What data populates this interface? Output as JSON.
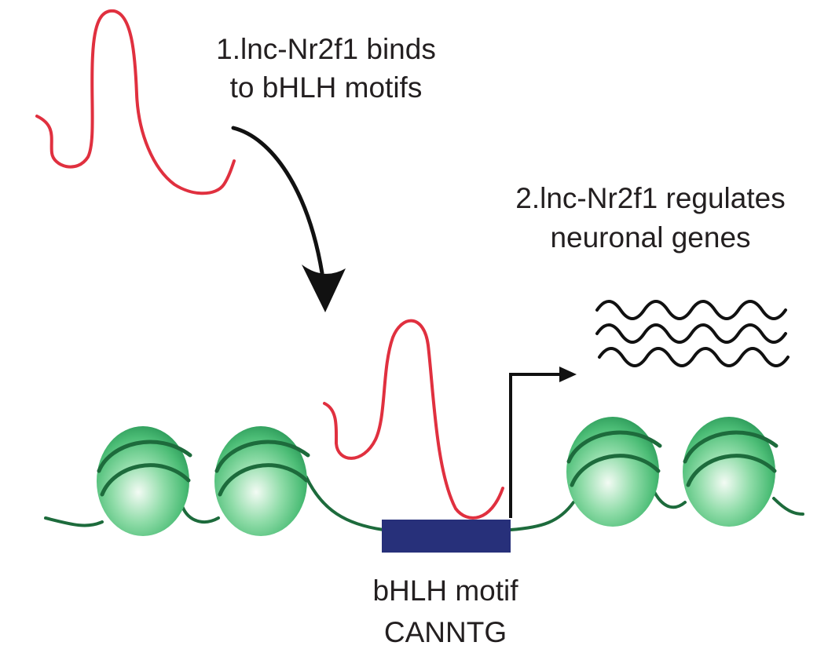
{
  "step1": {
    "line1": "1.lnc-Nr2f1 binds",
    "line2": "to bHLH motifs"
  },
  "step2": {
    "line1": "2.lnc-Nr2f1 regulates",
    "line2": "neuronal genes"
  },
  "motif": {
    "line1": "bHLH motif",
    "line2": "CANNTG"
  },
  "colors": {
    "lncrna": "#e0303f",
    "dna": "#1d6b3c",
    "nucleosome_light": "#e9f7ec",
    "nucleosome_mid": "#5fc784",
    "nucleosome_dark": "#2a9a57",
    "motif_box": "#27307a",
    "arrow": "#111111",
    "transcript": "#111111"
  }
}
